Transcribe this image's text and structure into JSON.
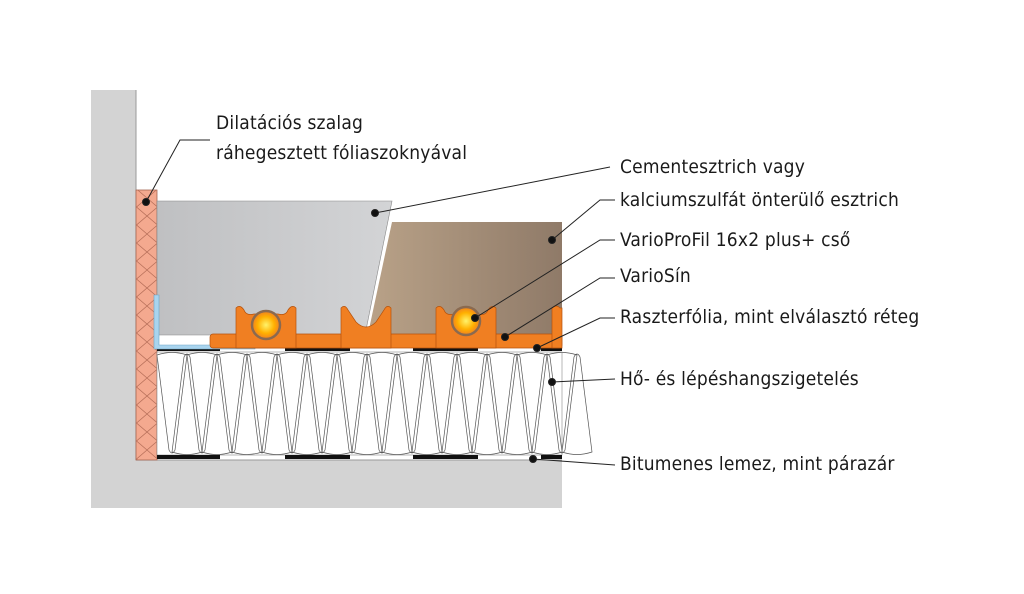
{
  "labels": {
    "dilatation_line1": "Dilatációs szalag",
    "dilatation_line2": "ráhegesztett fóliaszoknyával",
    "screed_line1": "Cementesztrich vagy",
    "screed_line2": "kalciumszulfát önterülő esztrich",
    "pipe": "VarioProFil 16x2 plus+ cső",
    "rail": "VarioSín",
    "foil": "Raszterfólia, mint elválasztó réteg",
    "insulation": "Hő- és lépéshangszigetelés",
    "bitumen": "Bitumenes lemez, mint párazár"
  },
  "colors": {
    "wall": "#d3d3d3",
    "dilatation_strip": "#f4a98f",
    "cement_screed": "#c9cacc",
    "anhydrite_screed": "#a08c78",
    "rail": "#f07f22",
    "pipe": "#ffb000",
    "l_profile": "#a9d4ee",
    "bitumen": "#111111"
  }
}
